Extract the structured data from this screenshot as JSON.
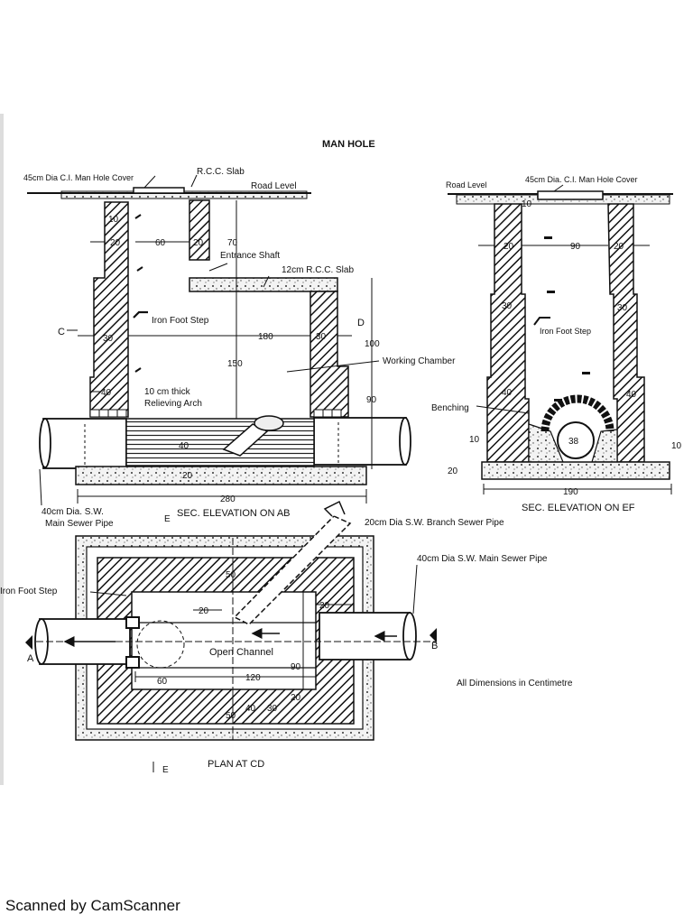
{
  "title": "MAN HOLE",
  "footer": "Scanned by CamScanner",
  "note": "All Dimensions in Centimetre",
  "section_ab": {
    "caption": "SEC. ELEVATION ON AB",
    "cover_label": "45cm Dia C.I. Man Hole Cover",
    "slab_label": "R.C.C. Slab",
    "road_label": "Road Level",
    "shaft_label": "Entrance Shaft",
    "slab12_label": "12cm R.C.C. Slab",
    "foot_step": "Iron Foot Step",
    "working_chamber": "Working Chamber",
    "arch_line1": "10 cm thick",
    "arch_line2": "Relieving Arch",
    "pipe_line1": "40cm Dia. S.W.",
    "pipe_line2": "Main Sewer Pipe",
    "c_mark": "C",
    "d_mark": "D",
    "e_mark": "E",
    "dims": {
      "d10": "10",
      "d20a": "20",
      "d60": "60",
      "d20b": "20",
      "d70": "70",
      "d30a": "30",
      "d180": "180",
      "d30b": "30",
      "d100": "100",
      "d150": "150",
      "d40a": "40",
      "d90": "90",
      "d40b": "40",
      "d20c": "20",
      "d280": "280"
    }
  },
  "section_ef": {
    "caption": "SEC. ELEVATION ON EF",
    "road_label": "Road Level",
    "cover_label": "45cm Dia. C.I. Man Hole Cover",
    "foot_step": "Iron Foot Step",
    "benching": "Benching",
    "dims": {
      "d10top": "10",
      "d20l": "20",
      "d90": "90",
      "d20r": "20",
      "d30l": "30",
      "d30r": "30",
      "d40l": "40",
      "d40r": "40",
      "d38": "38",
      "d10l": "10",
      "d10r": "10",
      "d20b": "20",
      "d190": "190"
    }
  },
  "plan": {
    "caption": "PLAN AT CD",
    "branch_label": "20cm Dia S.W. Branch Sewer Pipe",
    "main_label": "40cm Dia S.W. Main Sewer Pipe",
    "foot_step": "Iron Foot Step",
    "open_channel": "Open Channel",
    "a_mark": "A",
    "b_mark": "B",
    "e_mark": "E",
    "dims": {
      "d50a": "50",
      "d20a": "20",
      "d20b": "20",
      "d90": "90",
      "d60": "60",
      "d120": "120",
      "d20c": "20",
      "d50b": "50",
      "d40": "40",
      "d30": "30"
    }
  }
}
